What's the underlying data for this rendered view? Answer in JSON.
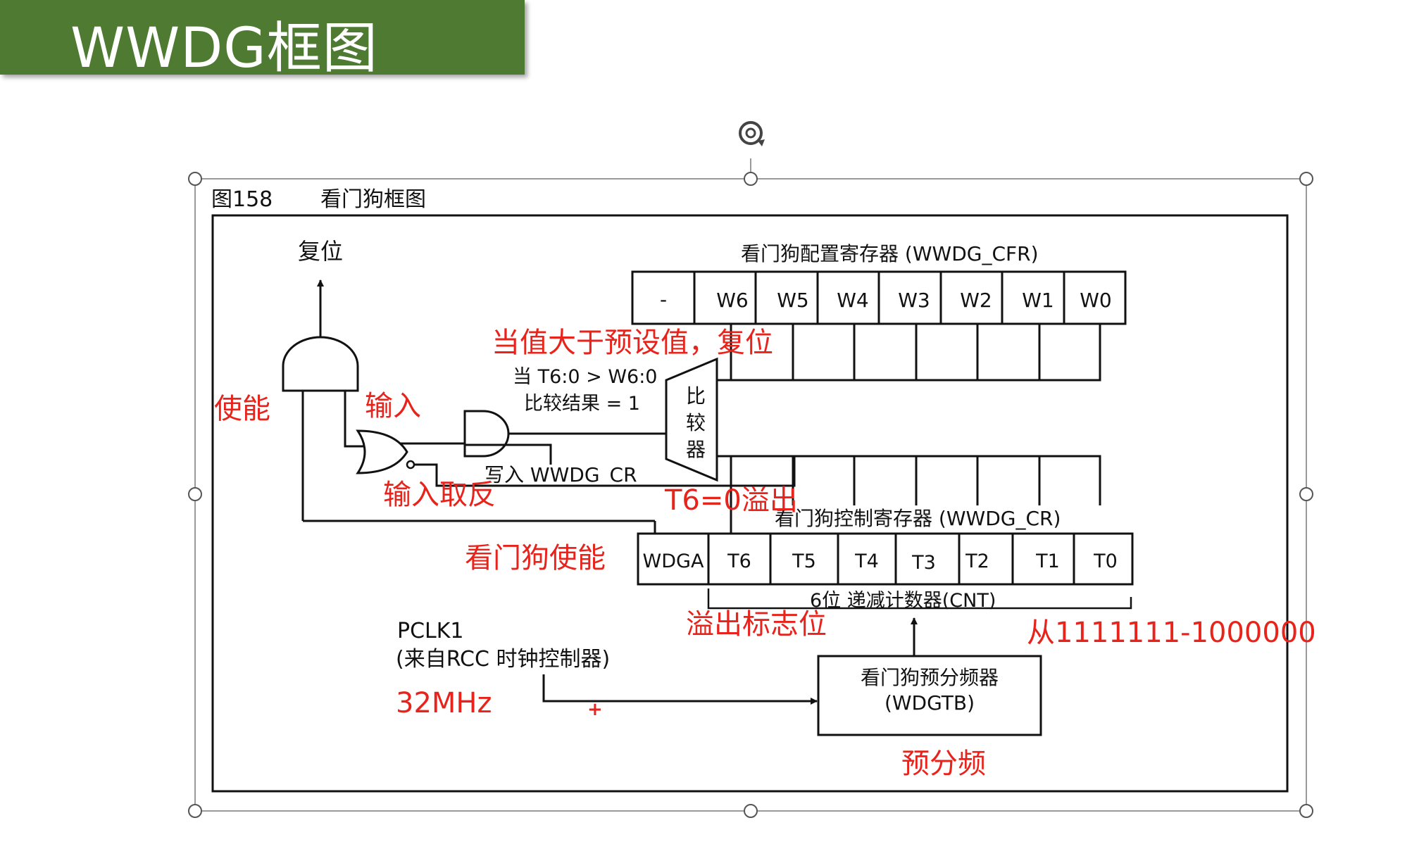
{
  "slide": {
    "title": "WWDG框图",
    "colors": {
      "banner": "#4f7a32",
      "annotation": "#e8231b"
    }
  },
  "figure": {
    "caption_number": "图158",
    "caption_title": "看门狗框图"
  },
  "reset_label": "复位",
  "cfr": {
    "title": "看门狗配置寄存器 (WWDG_CFR)",
    "bits": [
      "-",
      "W6",
      "W5",
      "W4",
      "W3",
      "W2",
      "W1",
      "W0"
    ]
  },
  "comparator": {
    "condition_line1": "当 T6:0 > W6:0",
    "condition_line2": "比较结果 = 1",
    "chars": [
      "比",
      "较",
      "器"
    ]
  },
  "write_label": "写入 WWDG_CR",
  "cr": {
    "title": "看门狗控制寄存器 (WWDG_CR)",
    "bits": [
      "WDGA",
      "T6",
      "T5",
      "T4",
      "T3",
      "T2",
      "T1",
      "T0"
    ],
    "counter_label": "6位 递减计数器(CNT)"
  },
  "clock": {
    "name": "PCLK1",
    "source": "(来自RCC 时钟控制器)"
  },
  "prescaler": {
    "line1": "看门狗预分频器",
    "line2": "(WDGTB)"
  },
  "annotations": {
    "enable": "使能",
    "input": "输入",
    "input_invert": "输入取反",
    "reset_condition": "当值大于预设值，复位",
    "t6_overflow": "T6=0溢出",
    "watchdog_enable": "看门狗使能",
    "overflow_flag": "溢出标志位",
    "count_range": "从1111111-1000000",
    "frequency": "32MHz",
    "plus": "+",
    "prescale": "预分频"
  }
}
